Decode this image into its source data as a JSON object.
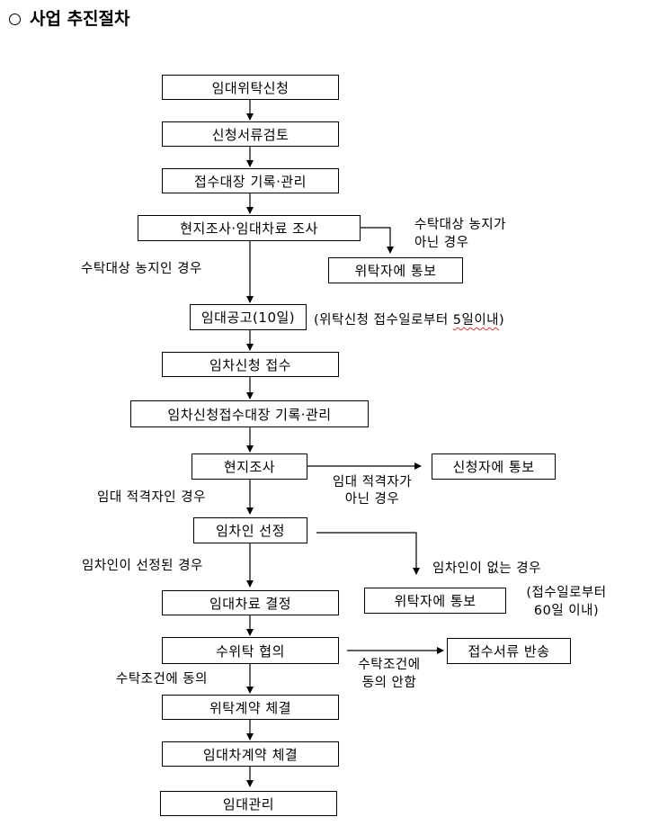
{
  "title": "사업 추진절차",
  "boxes": {
    "b1": "임대위탁신청",
    "b2": "신청서류검토",
    "b3": "접수대장 기록·관리",
    "b4": "현지조사·임대차료 조사",
    "b5": "위탁자에 통보",
    "b6": "임대공고(10일)",
    "b7": "임차신청 접수",
    "b8": "임차신청접수대장 기록·관리",
    "b9": "현지조사",
    "b10": "신청자에 통보",
    "b11": "임차인 선정",
    "b12": "임대차료 결정",
    "b13": "위탁자에 통보",
    "b14": "수위탁 협의",
    "b15": "접수서류 반송",
    "b16": "위탁계약 체결",
    "b17": "임대차계약 체결",
    "b18": "임대관리"
  },
  "notes": {
    "n1_l1": "수탁대상 농지가",
    "n1_l2": "아닌 경우",
    "n2": "수탁대상 농지인 경우",
    "n3_pre": "(위탁신청 접수일로부터 ",
    "n3_wavy": "5일이내",
    "n3_post": ")",
    "n4_l1": "임대 적격자가",
    "n4_l2": "아닌 경우",
    "n5": "임대 적격자인 경우",
    "n6": "임차인이 선정된 경우",
    "n7": "임차인이 없는 경우",
    "n8_l1": "(접수일로부터",
    "n8_l2": "60일 이내)",
    "n9_l1": "수탁조건에",
    "n9_l2": "동의 안함",
    "n10": "수탁조건에 동의"
  }
}
